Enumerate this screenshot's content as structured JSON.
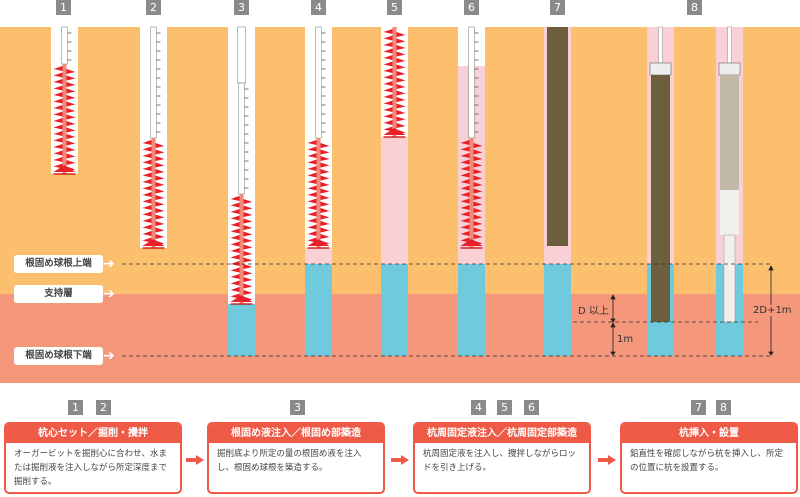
{
  "steps": [
    "1",
    "2",
    "3",
    "4",
    "5",
    "6",
    "7",
    "8"
  ],
  "levels": {
    "upper_end": "根固め球根上端",
    "support_layer": "支持層",
    "lower_end": "根固め球根下端"
  },
  "dimensions": {
    "d_or_more": "D 以上",
    "one_m": "1m",
    "total": "2D+1m"
  },
  "colors": {
    "upper_soil": "#fbbf6e",
    "support_layer": "#f5977a",
    "cement_milk": "#f9d0d6",
    "root_fluid": "#6ecadc",
    "auger": "#e8202a",
    "accent": "#ef5a46"
  },
  "process": [
    {
      "steps": [
        "1",
        "2"
      ],
      "title": "杭心セット／掘削・攪拌",
      "text": "オーガービットを掘削心に合わせ、水または掘削液を注入しながら所定深度まで掘削する。"
    },
    {
      "steps": [
        "3"
      ],
      "title": "根固め液注入／根固め部築造",
      "text": "掘削底より所定の量の根固め液を注入し、根固め球根を築造する。"
    },
    {
      "steps": [
        "4",
        "5",
        "6"
      ],
      "title": "杭周固定液注入／杭周固定部築造",
      "text": "杭周固定液を注入し、攪拌しながらロッドを引き上げる。"
    },
    {
      "steps": [
        "7",
        "8"
      ],
      "title": "杭挿入・設置",
      "text": "鉛直性を確認しながら杭を挿入し、所定の位置に杭を設置する。"
    }
  ]
}
